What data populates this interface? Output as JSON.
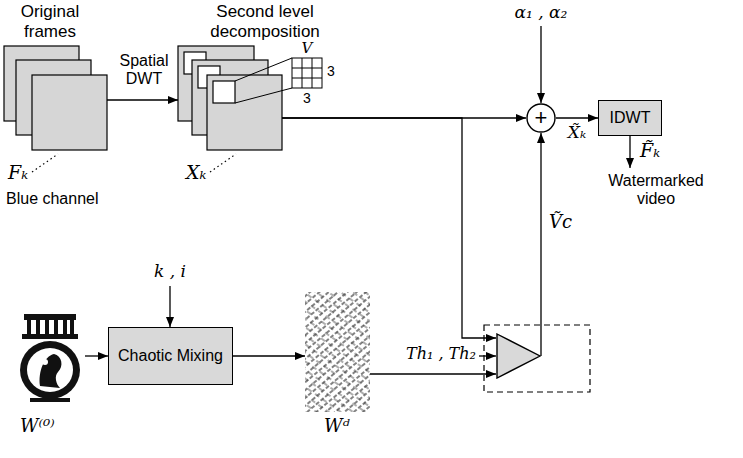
{
  "diagram": {
    "nodes": [
      {
        "text": [
          "Original frames",
          "Fₖ",
          "Blue channel"
        ]
      },
      {
        "text": [
          "Second level decomposition",
          "Xₖ"
        ]
      },
      {
        "text": [
          "+"
        ]
      },
      {
        "text": [
          "IDWT"
        ]
      },
      {
        "text": [
          "W⁽⁰⁾"
        ]
      },
      {
        "text": [
          "Chaotic Mixing"
        ]
      },
      {
        "text": [
          "Wᵈ"
        ]
      },
      {
        "text": [
          "Th₁ , Th₂"
        ]
      }
    ],
    "edges": [
      {
        "from": 0,
        "to": 1,
        "arrow": "to",
        "label": "Spatial DWT"
      },
      {
        "from": 1,
        "to": 2,
        "arrow": "to"
      },
      {
        "from": 1,
        "to": 7,
        "arrow": "to"
      },
      {
        "from": 7,
        "to": 2,
        "arrow": "to",
        "label": "Ṽc"
      },
      {
        "from": 2,
        "to": 3,
        "arrow": "to",
        "label": "X̃ₖ"
      },
      {
        "from": 4,
        "to": 5,
        "arrow": "to"
      },
      {
        "from": 5,
        "to": 6,
        "arrow": "to"
      },
      {
        "from": 6,
        "to": 7,
        "arrow": "to"
      }
    ],
    "labels": [
      "V",
      "3",
      "3",
      "α₁ , α₂",
      "k , i",
      "F̃ₖ",
      "Watermarked video"
    ]
  }
}
